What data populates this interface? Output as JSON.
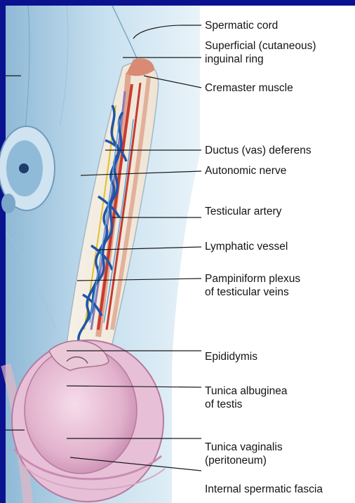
{
  "colors": {
    "background": "#0a1290",
    "panel": "#ffffff",
    "fascia_blue": "#aecfe3",
    "fascia_pale": "#e6f1f8",
    "testis_pink": "#e8bcd6",
    "vein_blue": "#1f55a8",
    "artery_red": "#c83a2f",
    "muscle": "#d98c72",
    "leader_line": "#1a1a1a"
  },
  "labels": [
    {
      "id": "spermatic-cord",
      "lines": [
        "Spermatic cord"
      ]
    },
    {
      "id": "superficial-inguinal-ring",
      "lines": [
        "Superficial (cutaneous)",
        "inguinal ring"
      ]
    },
    {
      "id": "cremaster-muscle",
      "lines": [
        "Cremaster muscle"
      ]
    },
    {
      "id": "ductus-deferens",
      "lines": [
        "Ductus (vas) deferens"
      ]
    },
    {
      "id": "autonomic-nerve",
      "lines": [
        "Autonomic nerve"
      ]
    },
    {
      "id": "testicular-artery",
      "lines": [
        "Testicular artery"
      ]
    },
    {
      "id": "lymphatic-vessel",
      "lines": [
        "Lymphatic vessel"
      ]
    },
    {
      "id": "pampiniform-plexus",
      "lines": [
        "Pampiniform plexus",
        "of testicular veins"
      ]
    },
    {
      "id": "epididymis",
      "lines": [
        "Epididymis"
      ]
    },
    {
      "id": "tunica-albuginea",
      "lines": [
        "Tunica albuginea",
        "of testis"
      ]
    },
    {
      "id": "tunica-vaginalis",
      "lines": [
        "Tunica vaginalis",
        "(peritoneum)"
      ]
    },
    {
      "id": "internal-spermatic-fascia",
      "lines": [
        "Internal spermatic fascia"
      ]
    }
  ]
}
